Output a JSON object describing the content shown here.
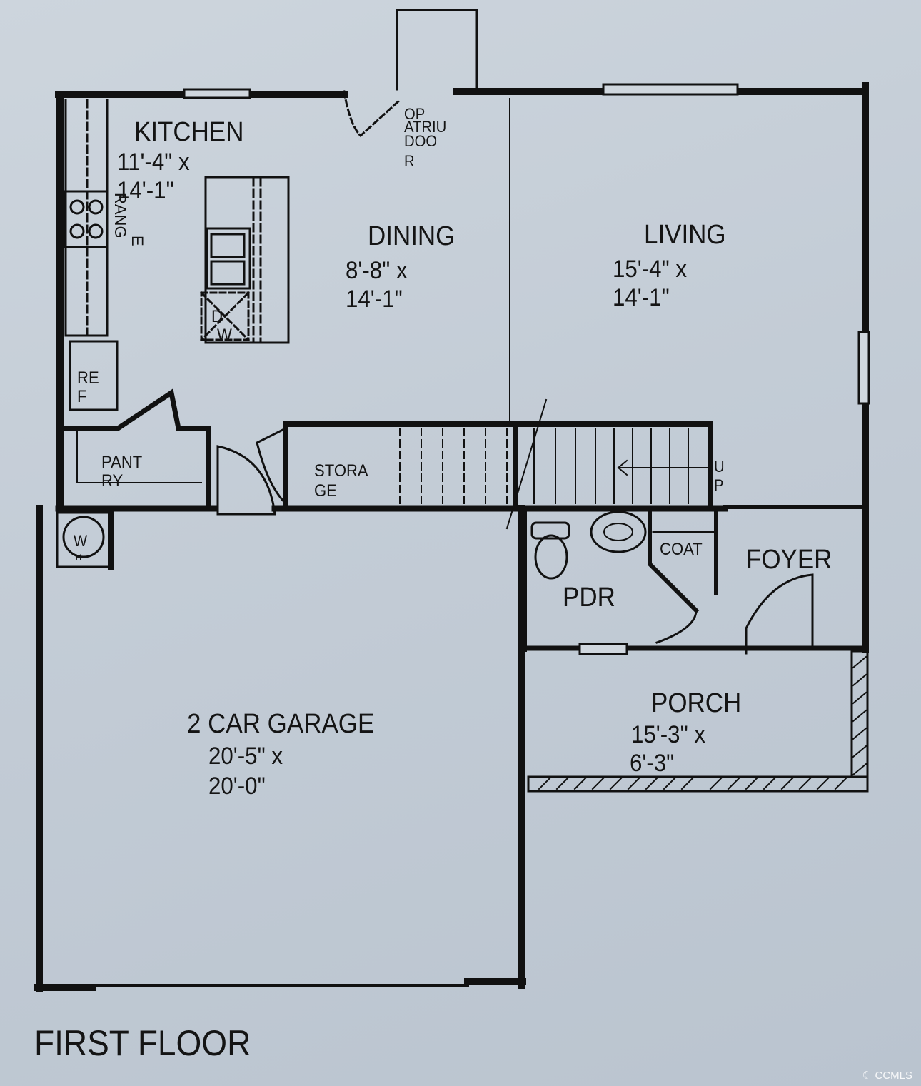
{
  "plan_title": "FIRST FLOOR",
  "rooms": {
    "kitchen": {
      "name": "KITCHEN",
      "dim1": "11'-4\" x",
      "dim2": "14'-1\""
    },
    "dining": {
      "name": "DINING",
      "dim1": "8'-8\" x",
      "dim2": "14'-1\""
    },
    "living": {
      "name": "LIVING",
      "dim1": "15'-4\" x",
      "dim2": "14'-1\""
    },
    "garage": {
      "name": "2 CAR GARAGE",
      "dim1": "20'-5\" x",
      "dim2": "20'-0\""
    },
    "porch": {
      "name": "PORCH",
      "dim1": "15'-3\" x",
      "dim2": "6'-3\""
    },
    "pdr": {
      "name": "PDR"
    },
    "foyer": {
      "name": "FOYER"
    },
    "coat": {
      "name": "COAT"
    },
    "storage": {
      "line1": "STORA",
      "line2": "GE"
    },
    "pantry": {
      "line1": "PANT",
      "line2": "RY"
    }
  },
  "fixtures": {
    "range": {
      "line1": "RANG",
      "line2": "E"
    },
    "ref": {
      "line1": "RE",
      "line2": "F"
    },
    "dw": {
      "line1": "D",
      "line2": "W"
    },
    "wh": {
      "line1": "W",
      "line2": "H"
    },
    "stairs_up": {
      "line1": "U",
      "line2": "P"
    },
    "patio_door": {
      "line1": "OP",
      "line2": "ATRIU",
      "line3": "DOO",
      "line4": "R"
    }
  },
  "watermark": "CCMLS"
}
